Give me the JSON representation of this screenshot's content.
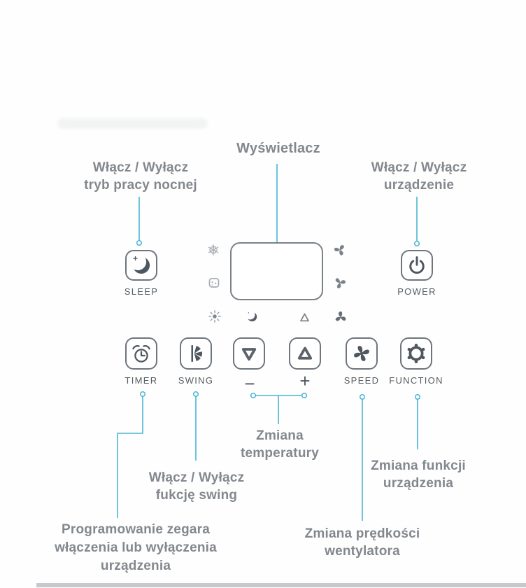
{
  "colors": {
    "accent_line": "#4ab5d4",
    "label_text": "#83888e",
    "button_caption_text": "#555c63",
    "button_border": "#6e757d",
    "icon_dark": "#4e5760",
    "icon_mid": "#7b828a",
    "icon_light": "#a7acb2"
  },
  "callouts": {
    "display": {
      "line1": "Wyświetlacz"
    },
    "sleep": {
      "line1": "Włącz / Wyłącz",
      "line2": "tryb pracy nocnej"
    },
    "power": {
      "line1": "Włącz / Wyłącz",
      "line2": "urządzenie"
    },
    "temperature": {
      "line1": "Zmiana",
      "line2": "temperatury"
    },
    "swing": {
      "line1": "Włącz / Wyłącz",
      "line2": "fukcję swing"
    },
    "timer": {
      "line1": "Programowanie zegara",
      "line2": "włączenia lub wyłączenia",
      "line3": "urządzenia"
    },
    "speed": {
      "line1": "Zmiana prędkości",
      "line2": "wentylatora"
    },
    "function": {
      "line1": "Zmiana funkcji",
      "line2": "urządzenia"
    }
  },
  "buttons": {
    "sleep": "SLEEP",
    "power": "POWER",
    "timer": "TIMER",
    "swing": "SWING",
    "speed": "SPEED",
    "function": "FUNCTION",
    "minus": "−",
    "plus": "+"
  },
  "display_icons": [
    "snowflake-icon",
    "water-tank-icon",
    "fan-icon",
    "fan-icon",
    "sun-icon",
    "moon-small-icon",
    "triangle-outline-icon",
    "fan-icon"
  ]
}
